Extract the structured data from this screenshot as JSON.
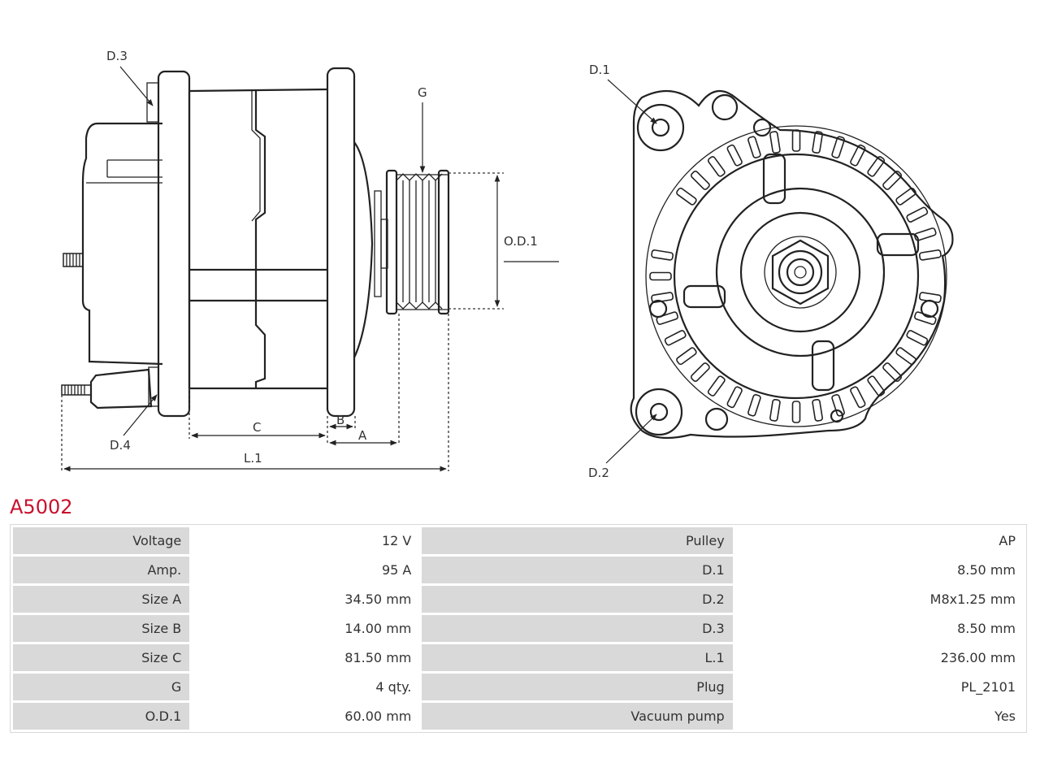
{
  "diagram": {
    "side_labels": {
      "d3": "D.3",
      "g": "G",
      "od1": "O.D.1",
      "d4": "D.4",
      "c": "C",
      "b": "B",
      "a": "A",
      "l1": "L.1"
    },
    "front_labels": {
      "d1": "D.1",
      "d2": "D.2"
    }
  },
  "part_number": "A5002",
  "specs": {
    "rows": [
      {
        "label_left": "Voltage",
        "value_left": "12 V",
        "label_right": "Pulley",
        "value_right": "AP"
      },
      {
        "label_left": "Amp.",
        "value_left": "95 A",
        "label_right": "D.1",
        "value_right": "8.50 mm"
      },
      {
        "label_left": "Size A",
        "value_left": "34.50 mm",
        "label_right": "D.2",
        "value_right": "M8x1.25 mm"
      },
      {
        "label_left": "Size B",
        "value_left": "14.00 mm",
        "label_right": "D.3",
        "value_right": "8.50 mm"
      },
      {
        "label_left": "Size C",
        "value_left": "81.50 mm",
        "label_right": "L.1",
        "value_right": "236.00 mm"
      },
      {
        "label_left": "G",
        "value_left": "4 qty.",
        "label_right": "Plug",
        "value_right": "PL_2101"
      },
      {
        "label_left": "O.D.1",
        "value_left": "60.00 mm",
        "label_right": "Vacuum pump",
        "value_right": "Yes"
      }
    ]
  },
  "colors": {
    "title_red": "#c8102e",
    "label_cell_grey": "#d9d9d9"
  }
}
